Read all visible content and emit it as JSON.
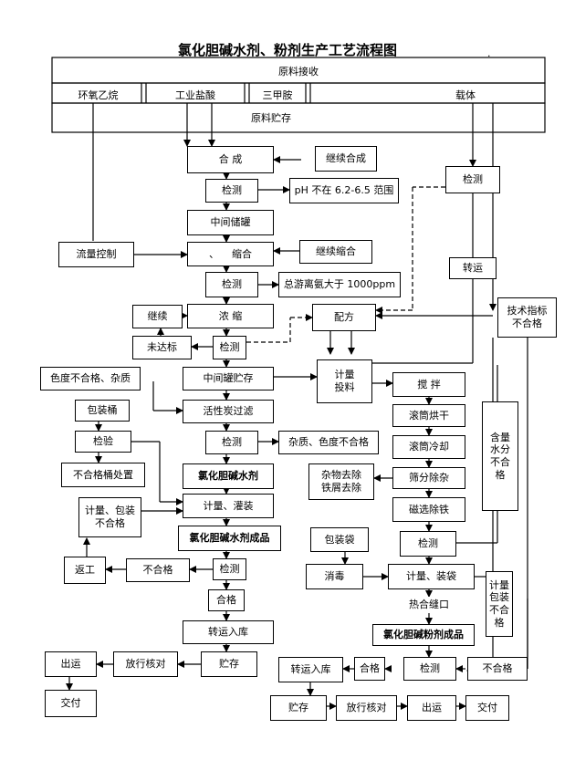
{
  "title": "氯化胆碱水剂、粉剂生产工艺流程图",
  "header": {
    "raw_receive": "原料接收",
    "epoxy": "环氧乙烷",
    "hcl": "工业盐酸",
    "tma": "三甲胺",
    "carrier": "载体",
    "raw_storage": "原料贮存"
  },
  "nodes": {
    "synthesis": "合 成",
    "continue_synthesis": "继续合成",
    "inspect1": "检测",
    "ph_out": "pH 不在 6.2-6.5 范围",
    "mid_tank1": "中间储罐",
    "flow_control": "流量控制",
    "condense": "缩合",
    "comma_mark": "、",
    "continue_condense": "继续缩合",
    "inspect2": "检测",
    "ammonia_out": "总游离氨大于 1000ppm",
    "continue": "继续",
    "concentrate": "浓 缩",
    "below_std": "未达标",
    "inspect3": "检测",
    "formula": "配方",
    "color_out": "色度不合格、杂质",
    "mid_tank2": "中间罐贮存",
    "measure_feed": "计量\n投料",
    "packing_drum": "包装桶",
    "carbon_filter": "活性炭过滤",
    "drum_check": "检验",
    "inspect4": "检测",
    "impurity_color": "杂质、色度不合格",
    "drum_reject": "不合格桶处置",
    "liquid_product": "氯化胆碱水剂",
    "measure_fill": "计量、灌装",
    "measure_pack_fail": "计量、包装不合格",
    "liquid_finished": "氯化胆碱水剂成品",
    "rework": "返工",
    "unqualified1": "不合格",
    "inspect5": "检测",
    "qualified1": "合格",
    "transfer_store1": "转运入库",
    "release_check1": "放行核对",
    "storage1": "贮存",
    "ship1": "出运",
    "deliver1": "交付",
    "inspect_carrier": "检测",
    "transfer": "转运",
    "tech_fail": "技术指标\n不合格",
    "mix": "搅 拌",
    "drum_dry": "滚筒烘干",
    "drum_cool": "滚筒冷却",
    "sieve": "筛分除杂",
    "impurity_remove": "杂物去除\n铁屑去除",
    "magnetic": "磁选除铁",
    "content_fail": "含量水分不合格",
    "pack_bag": "包装袋",
    "inspect6": "检测",
    "disinfect": "消毒",
    "measure_bag": "计量、装袋",
    "heat_seal": "热合缝口",
    "powder_finished": "氯化胆碱粉剂成品",
    "pack_fail2": "计量包装不合格",
    "transfer_store2": "转运入库",
    "qualified2": "合格",
    "inspect7": "检测",
    "unqualified2": "不合格",
    "storage2": "贮存",
    "release_check2": "放行核对",
    "ship2": "出运",
    "deliver2": "交付"
  }
}
